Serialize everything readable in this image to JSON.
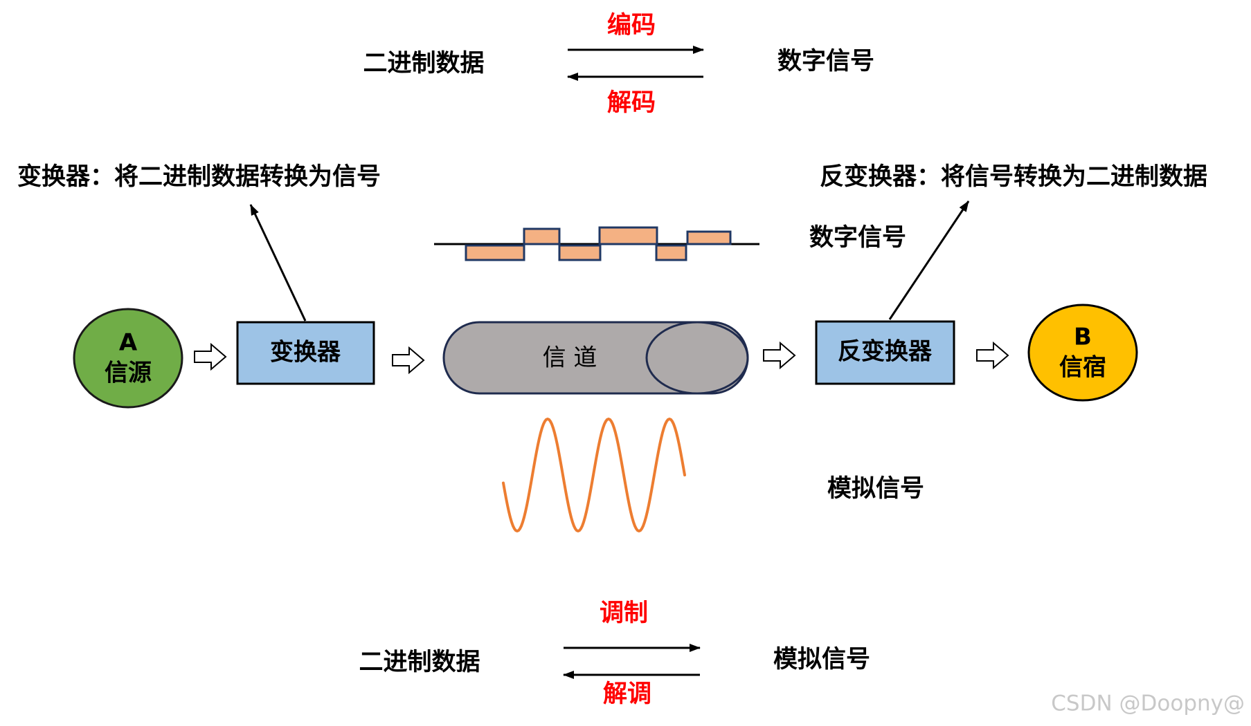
{
  "encoding": {
    "source": "二进制数据",
    "target": "数字信号",
    "forward": "编码",
    "reverse": "解码"
  },
  "modulation": {
    "source": "二进制数据",
    "target": "模拟信号",
    "forward": "调制",
    "reverse": "解调"
  },
  "pipeline": {
    "source": {
      "letter": "A",
      "label": "信源"
    },
    "converter": {
      "label": "变换器",
      "caption": "变换器：将二进制数据转换为信号"
    },
    "channel": {
      "label": "信 道"
    },
    "inverse_converter": {
      "label": "反变换器",
      "caption": "反变换器：将信号转换为二进制数据"
    },
    "sink": {
      "letter": "B",
      "label": "信宿"
    }
  },
  "signals": {
    "digital": "数字信号",
    "analog": "模拟信号"
  },
  "watermark": "CSDN @Doopny@",
  "colors": {
    "source_fill": "#70AD47",
    "converter_fill": "#9DC3E6",
    "channel_fill": "#AEAAAA",
    "channel_stroke": "#1F2B4E",
    "sink_fill": "#FFC000",
    "digital_fill": "#F4B183",
    "digital_stroke": "#203864",
    "analog_stroke": "#ED7D31",
    "operation_text": "#FF0000"
  }
}
